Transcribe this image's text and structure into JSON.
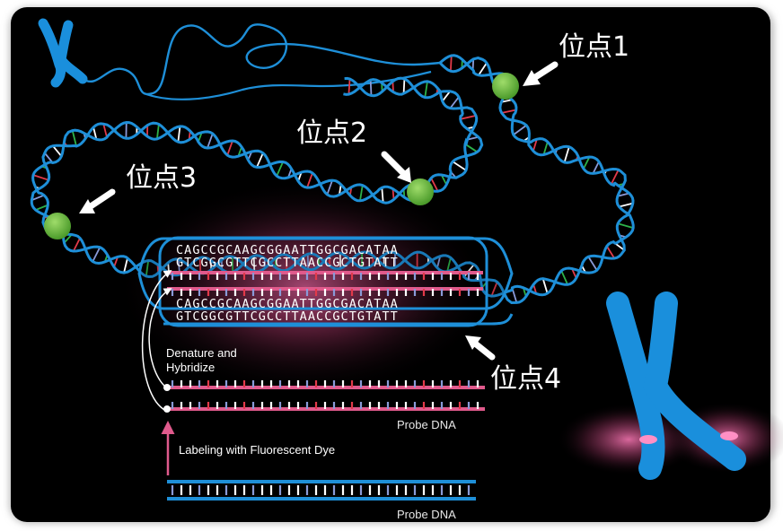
{
  "sites": [
    {
      "label": "位点1"
    },
    {
      "label": "位点2"
    },
    {
      "label": "位点3"
    },
    {
      "label": "位点4"
    }
  ],
  "sequence_box": {
    "top_strand_a": "CAGCCGCAAGCGGAATTGGCGACATAA",
    "bottom_strand_a": "GTCGGCGTTCGCCTTAACCGCTGTATT",
    "top_strand_b": "CAGCCGCAAGCGGAATTGGCGACATAA",
    "bottom_strand_b": "GTCGGCGTTCGCCTTAACCGCTGTATT"
  },
  "steps": {
    "denature_line1": "Denature and",
    "denature_line2": "Hybridize",
    "labeling": "Labeling with Fluorescent Dye"
  },
  "probes": {
    "probe_label_upper": "Probe DNA",
    "probe_label_lower": "Probe DNA"
  },
  "colors": {
    "background": "#000000",
    "dna_blue": "#1e8fd8",
    "chromosome_blue": "#1a8fdc",
    "site_marker_green": "#6dbb3c",
    "probe_pink": "#e05a8c",
    "glow_pink": "#ff5aa0",
    "rung_colors": [
      "#ffffff",
      "#e23a4a",
      "#2db24a",
      "#8a9ad8"
    ]
  }
}
